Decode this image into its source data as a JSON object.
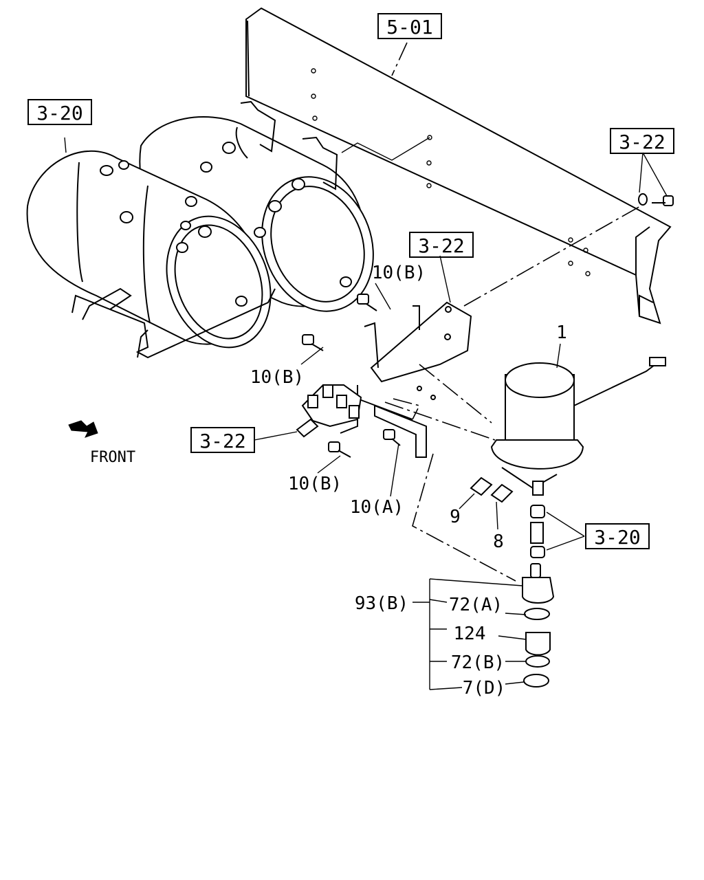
{
  "references": {
    "frame": "5-01",
    "tanks": "3-20",
    "bracket_bolt": "3-22",
    "bracket": "3-22",
    "valve": "3-22",
    "fittings": "3-20"
  },
  "callouts": {
    "bolt_upper": "10(B)",
    "bolt_left": "10(B)",
    "bolt_lower": "10(B)",
    "bolt_a": "10(A)",
    "dryer": "1",
    "fitting_9": "9",
    "fitting_8": "8",
    "kit": "93(B)",
    "kit_72a": "72(A)",
    "kit_124": "124",
    "kit_72b": "72(B)",
    "kit_7d": "7(D)"
  },
  "front_label": "FRONT"
}
